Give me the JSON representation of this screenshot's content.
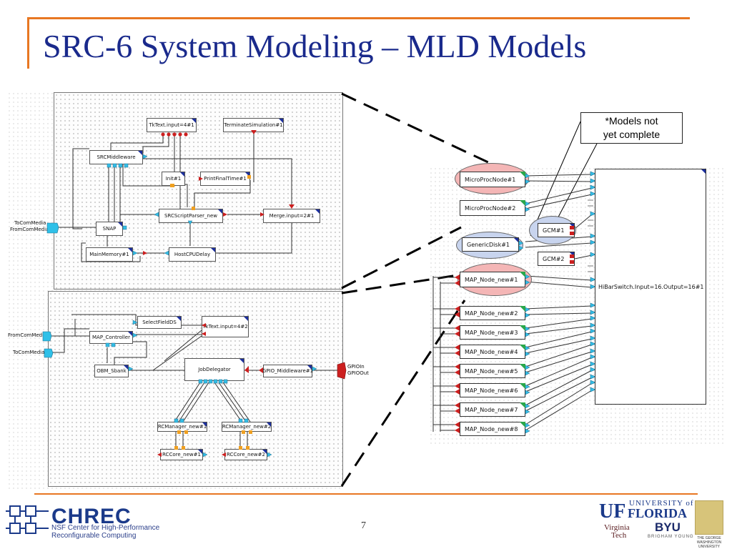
{
  "slide": {
    "title": "SRC-6 System Modeling – MLD Models",
    "page_number": "7",
    "note_line1": "*Models not",
    "note_line2": "yet complete"
  },
  "top_diagram": {
    "blocks": {
      "tktext1": "TkText.input=4#1",
      "terminate": "TerminateSimulation#1",
      "srcmiddleware": "SRCMiddleware",
      "init": "Init#1",
      "printfinal": "PrintFinalTime#1",
      "srcscript": "SRCScriptParser_new",
      "merge": "Merge.input=2#1",
      "snap": "SNAP",
      "mainmemory": "MainMemory#1",
      "hostcpu": "HostCPUDelay"
    },
    "ports": {
      "to_com": "ToComMedia",
      "from_com": "FromComMedia"
    }
  },
  "bottom_diagram": {
    "blocks": {
      "selectfield": "SelectFieldDS",
      "tktext2": "TkText.input=4#2",
      "mapcontroller": "MAP_Controller",
      "obm": "OBM_Sbank",
      "jobdelegator": "JobDelegator",
      "gpiomid": "GPIO_Middleware#1",
      "rcmanager1": "RCManager_new#1",
      "rcmanager2": "RCManager_new#2",
      "rccore1": "RCCore_new#1",
      "rccore2": "RCCore_new#2"
    },
    "ports": {
      "from_com": "FromComMedia",
      "to_com": "ToComMedia",
      "gpio_in": "GPIOIn",
      "gpio_out": "GPIOOut"
    }
  },
  "right_diagram": {
    "microproc1": "MicroProcNode#1",
    "microproc2": "MicroProcNode#2",
    "gcm1": "GCM#1",
    "gcm2": "GCM#2",
    "genericdisk": "GenericDisk#1",
    "switch": "HiBarSwitch.Input=16.Output=16#1",
    "map_nodes": [
      "MAP_Node_new#1",
      "MAP_Node_new#2",
      "MAP_Node_new#3",
      "MAP_Node_new#4",
      "MAP_Node_new#5",
      "MAP_Node_new#6",
      "MAP_Node_new#7",
      "MAP_Node_new#8"
    ]
  },
  "logos": {
    "chrec_name": "CHREC",
    "chrec_line1": "NSF Center for High-Performance",
    "chrec_line2": "Reconfigurable Computing",
    "uf_mark": "UF",
    "uf_university": "UNIVERSITY of",
    "uf_florida": "FLORIDA",
    "vt_line1": "Virginia",
    "vt_line2": "Tech",
    "byu": "BYU",
    "byu_sub": "BRIGHAM YOUNG",
    "gw_sub": "THE GEORGE WASHINGTON UNIVERSITY"
  },
  "colors": {
    "accent_orange": "#e87722",
    "title_blue": "#1a2a8c",
    "port_cyan": "#33bde6",
    "port_red": "#cc1f1f",
    "port_orange": "#f0a020",
    "highlight_red": "#f4b6b6",
    "highlight_blue": "#c8d4ee"
  }
}
